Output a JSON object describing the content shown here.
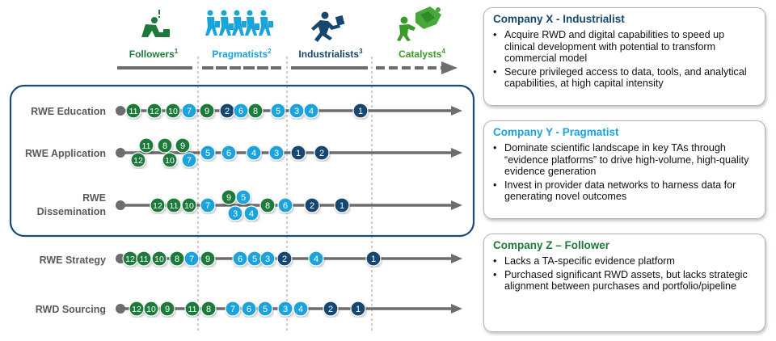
{
  "colors": {
    "follower_green": "#1e7a3a",
    "catalyst_green": "#3a9a2a",
    "pragmatist_blue": "#1ba3dc",
    "industrialist_navy": "#17476f",
    "axis_gray": "#6d6d6d"
  },
  "archetypes": [
    {
      "label": "Followers",
      "sup": "1",
      "icon": "worker-kneeling-icon",
      "color": "#1e7a3a"
    },
    {
      "label": "Pragmatists",
      "sup": "2",
      "icon": "group-of-walkers-icon",
      "color": "#1ba3dc"
    },
    {
      "label": "Industrialists",
      "sup": "3",
      "icon": "running-businessman-icon",
      "color": "#17476f"
    },
    {
      "label": "Catalysts",
      "sup": "4",
      "icon": "person-pushing-puzzle-icon",
      "color": "#3a9a2a"
    }
  ],
  "rows": [
    {
      "label": "RWE Education",
      "dots": [
        {
          "n": "11",
          "c": "g"
        },
        {
          "n": "12",
          "c": "g"
        },
        {
          "n": "10",
          "c": "g"
        },
        {
          "n": "7",
          "c": "b"
        },
        {
          "n": "9",
          "c": "g"
        },
        {
          "n": "2",
          "c": "n"
        },
        {
          "n": "6",
          "c": "b"
        },
        {
          "n": "8",
          "c": "g"
        },
        {
          "n": "5",
          "c": "b"
        },
        {
          "n": "3",
          "c": "b"
        },
        {
          "n": "4",
          "c": "b"
        },
        {
          "n": "1",
          "c": "n"
        }
      ]
    },
    {
      "label": "RWE Application",
      "dots": [
        {
          "n": "11",
          "c": "g"
        },
        {
          "n": "8",
          "c": "g"
        },
        {
          "n": "9",
          "c": "g"
        },
        {
          "n": "12",
          "c": "g"
        },
        {
          "n": "10",
          "c": "g"
        },
        {
          "n": "7",
          "c": "b"
        },
        {
          "n": "5",
          "c": "b"
        },
        {
          "n": "6",
          "c": "b"
        },
        {
          "n": "4",
          "c": "b"
        },
        {
          "n": "3",
          "c": "b"
        },
        {
          "n": "1",
          "c": "n"
        },
        {
          "n": "2",
          "c": "n"
        }
      ]
    },
    {
      "label": [
        "RWE",
        "Dissemination"
      ],
      "dots": [
        {
          "n": "12",
          "c": "g"
        },
        {
          "n": "11",
          "c": "g"
        },
        {
          "n": "10",
          "c": "g"
        },
        {
          "n": "7",
          "c": "b"
        },
        {
          "n": "9",
          "c": "g"
        },
        {
          "n": "5",
          "c": "b"
        },
        {
          "n": "3",
          "c": "b"
        },
        {
          "n": "4",
          "c": "b"
        },
        {
          "n": "8",
          "c": "g"
        },
        {
          "n": "6",
          "c": "b"
        },
        {
          "n": "2",
          "c": "n"
        },
        {
          "n": "1",
          "c": "n"
        }
      ]
    },
    {
      "label": "RWE Strategy",
      "dots": [
        {
          "n": "12",
          "c": "g"
        },
        {
          "n": "11",
          "c": "g"
        },
        {
          "n": "10",
          "c": "g"
        },
        {
          "n": "8",
          "c": "g"
        },
        {
          "n": "7",
          "c": "b"
        },
        {
          "n": "9",
          "c": "g"
        },
        {
          "n": "6",
          "c": "b"
        },
        {
          "n": "5",
          "c": "b"
        },
        {
          "n": "3",
          "c": "b"
        },
        {
          "n": "2",
          "c": "n"
        },
        {
          "n": "4",
          "c": "b"
        },
        {
          "n": "1",
          "c": "n"
        }
      ]
    },
    {
      "label": "RWD Sourcing",
      "dots": [
        {
          "n": "12",
          "c": "g"
        },
        {
          "n": "10",
          "c": "g"
        },
        {
          "n": "9",
          "c": "g"
        },
        {
          "n": "11",
          "c": "g"
        },
        {
          "n": "8",
          "c": "g"
        },
        {
          "n": "7",
          "c": "b"
        },
        {
          "n": "6",
          "c": "b"
        },
        {
          "n": "5",
          "c": "b"
        },
        {
          "n": "3",
          "c": "b"
        },
        {
          "n": "4",
          "c": "b"
        },
        {
          "n": "2",
          "c": "n"
        },
        {
          "n": "1",
          "c": "n"
        }
      ]
    }
  ],
  "companies": [
    {
      "title": "Company X - Industrialist",
      "color": "#17476f",
      "bullets": [
        "Acquire RWD and digital capabilities to speed up clinical development with potential to transform commercial model",
        "Secure privileged access to data, tools, and analytical capabilities, at high capital intensity"
      ]
    },
    {
      "title": "Company Y - Pragmatist",
      "color": "#1ba3dc",
      "bullets": [
        "Dominate scientific landscape in key TAs through “evidence platforms” to drive high-volume, high-quality evidence generation",
        "Invest in provider data networks to harness data for generating novel outcomes"
      ]
    },
    {
      "title": "Company Z – Follower",
      "color": "#1e7a3a",
      "bullets": [
        "Lacks a TA-specific evidence platform",
        "Purchased significant RWD assets, but lacks strategic alignment between purchases and portfolio/pipeline"
      ]
    }
  ],
  "bullet_char": "•"
}
